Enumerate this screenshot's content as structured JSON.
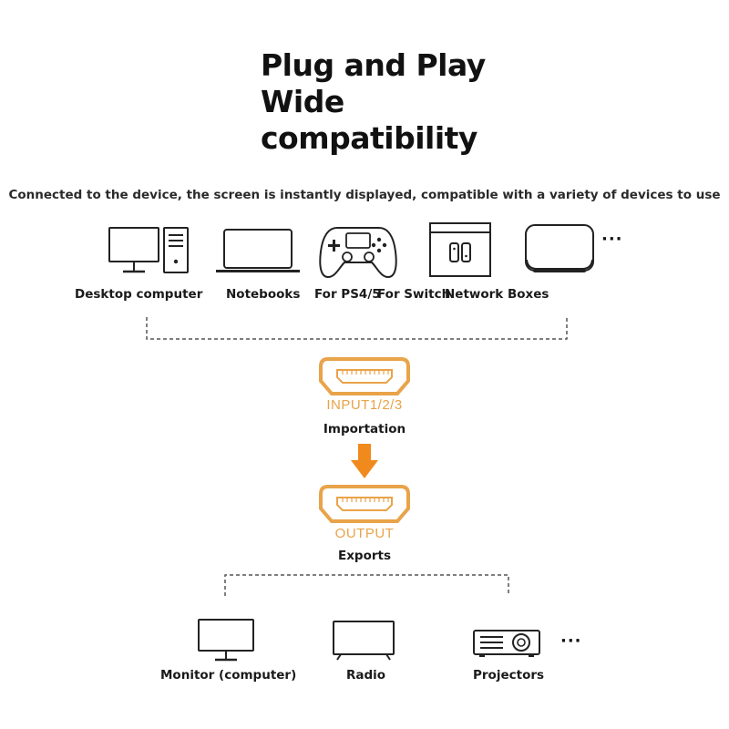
{
  "header": {
    "title_lines": [
      "Plug and Play",
      "Wide",
      "compatibility"
    ],
    "subtitle": "Connected to the device, the screen is instantly displayed, compatible with a variety of devices to use"
  },
  "sources": {
    "items": [
      {
        "label": "Desktop computer",
        "icon": "desktop-computer-icon"
      },
      {
        "label": "Notebooks",
        "icon": "laptop-icon"
      },
      {
        "label": "For PS4/5",
        "icon": "gamepad-icon"
      },
      {
        "label": "For Switch",
        "icon": "switch-console-icon"
      },
      {
        "label": "Network Boxes",
        "icon": "network-box-icon"
      }
    ],
    "more": "···"
  },
  "ports": {
    "input_label": "INPUT1/2/3",
    "input_caption": "Importation",
    "output_label": "OUTPUT",
    "output_caption": "Exports",
    "accent_color": "#e9a349",
    "arrow_color": "#f08a1c"
  },
  "outputs": {
    "items": [
      {
        "label": "Monitor (computer)",
        "icon": "monitor-icon"
      },
      {
        "label": "Radio",
        "icon": "tv-icon"
      },
      {
        "label": "Projectors",
        "icon": "projector-icon"
      }
    ],
    "more": "···"
  }
}
